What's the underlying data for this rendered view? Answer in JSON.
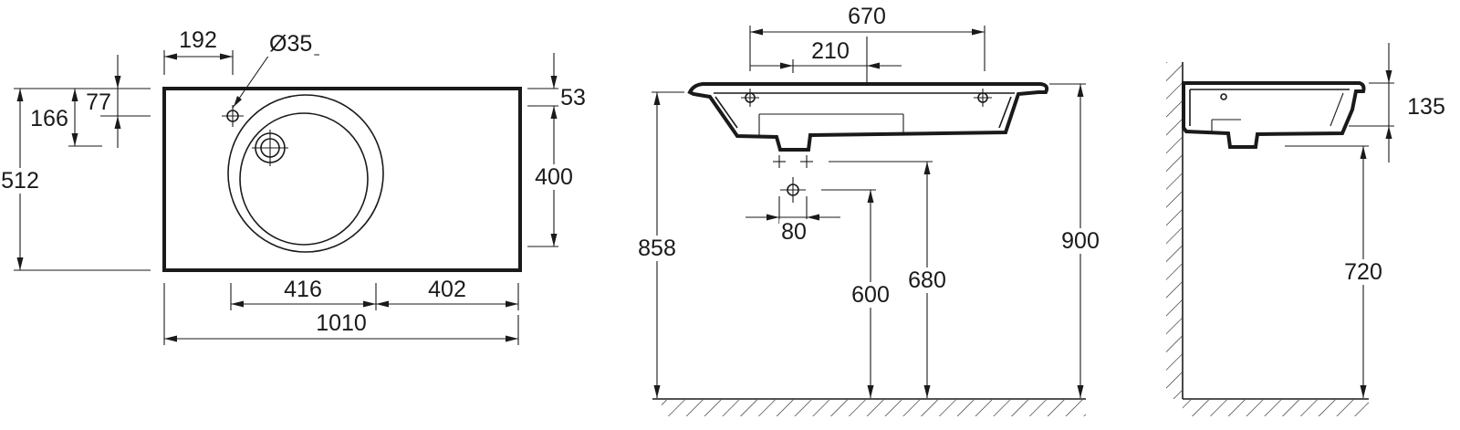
{
  "views": {
    "top": {
      "tap_hole_from_left": "192",
      "tap_hole_diameter": "Ø35",
      "tap_hole_from_top": "77",
      "drain_from_top": "166",
      "depth": "512",
      "rim_to_bowl_top": "53",
      "bowl_depth": "400",
      "bowl_center_from_left": "416",
      "bowl_center_to_right": "402",
      "width": "1010"
    },
    "front": {
      "tap_spacing": "670",
      "tap_offset": "210",
      "rim_height_left": "858",
      "trap_width": "80",
      "trap_height": "600",
      "waste_height": "680",
      "rim_height_right": "900"
    },
    "side": {
      "basin_height": "135",
      "bottom_height": "720"
    }
  }
}
